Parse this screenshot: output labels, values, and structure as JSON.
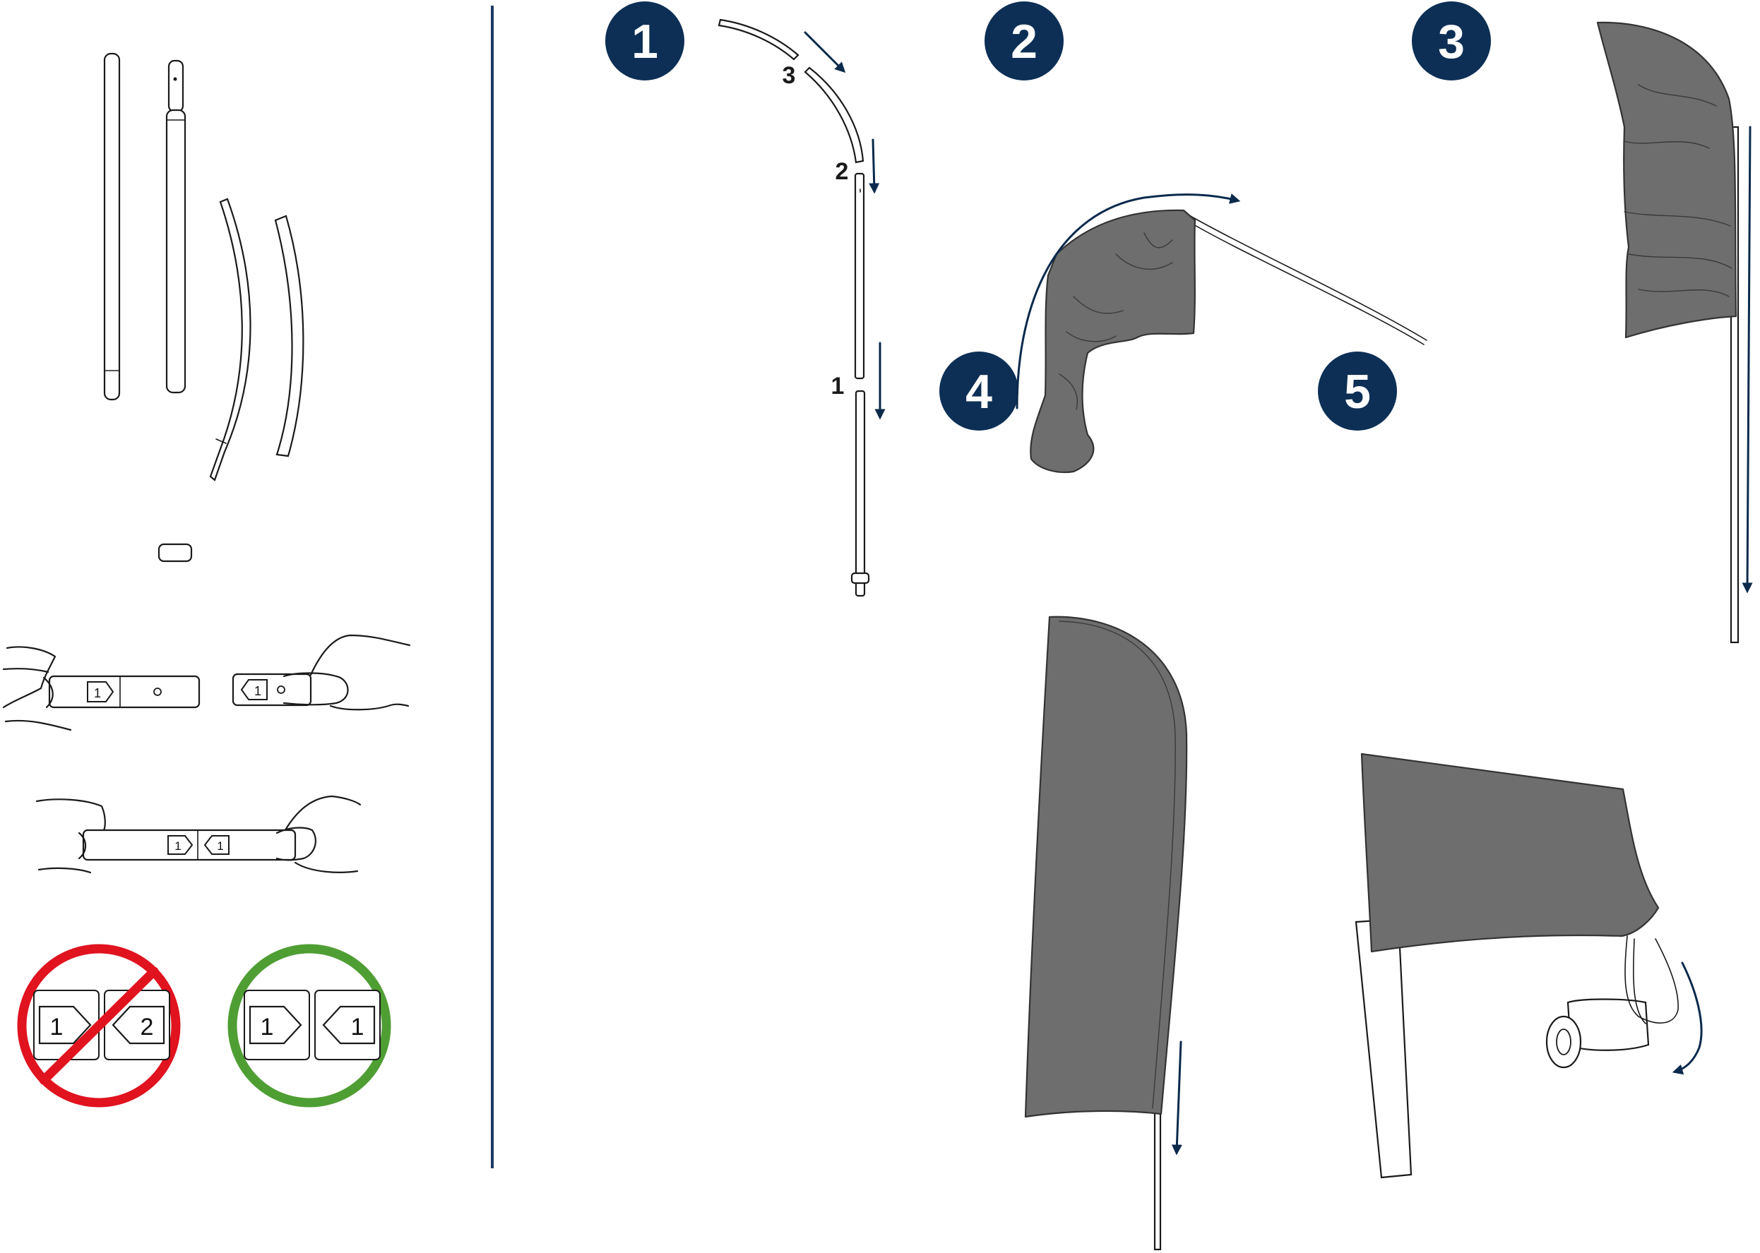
{
  "colors": {
    "navy": "#0d2f55",
    "arrow": "#0b2a4c",
    "fabric": "#6e6e6e",
    "wrong": "#e0131f",
    "correct": "#4f9e34",
    "divider": "#1d3a63"
  },
  "steps": [
    {
      "number": "1"
    },
    {
      "number": "2"
    },
    {
      "number": "3"
    },
    {
      "number": "4"
    },
    {
      "number": "5"
    }
  ],
  "pole_sections": {
    "top_label": "3",
    "middle_label": "2",
    "bottom_label": "1"
  },
  "connector_tags": {
    "left_hand_tag": "1",
    "right_hand_tag": "1",
    "joined_left_tag": "1",
    "joined_right_tag": "1"
  },
  "compare": {
    "wrong": {
      "left": "1",
      "right": "2",
      "icon": "prohibited-icon"
    },
    "correct": {
      "left": "1",
      "right": "1",
      "icon": "approved-icon"
    }
  }
}
